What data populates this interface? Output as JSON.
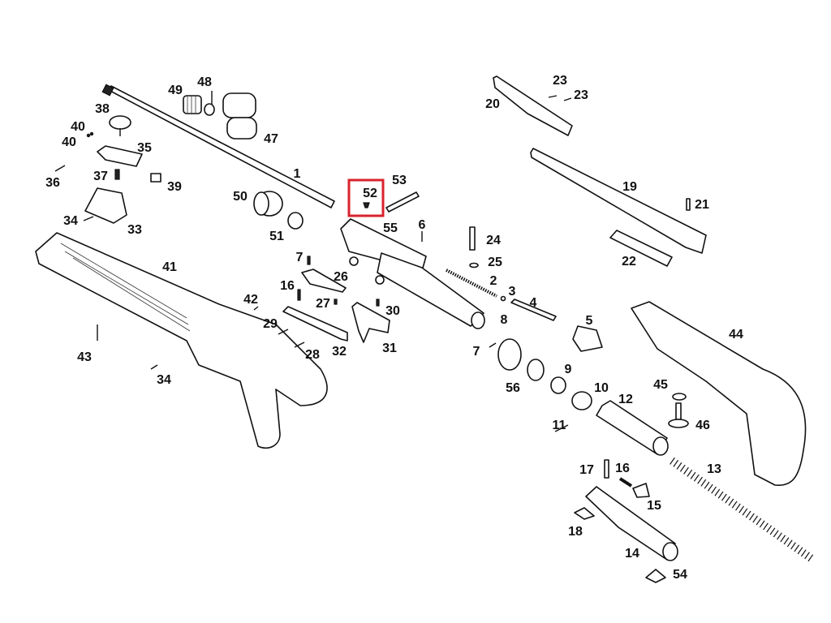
{
  "diagram": {
    "highlight_color": "#d9232e",
    "highlighted_part": "52",
    "labels": {
      "p1": "1",
      "p2": "2",
      "p3": "3",
      "p4": "4",
      "p5": "5",
      "p6": "6",
      "p7a": "7",
      "p7b": "7",
      "p8": "8",
      "p9": "9",
      "p10": "10",
      "p11": "11",
      "p12": "12",
      "p13": "13",
      "p14": "14",
      "p15": "15",
      "p16a": "16",
      "p16b": "16",
      "p17": "17",
      "p18": "18",
      "p19": "19",
      "p20": "20",
      "p21": "21",
      "p22": "22",
      "p23a": "23",
      "p23b": "23",
      "p24": "24",
      "p25": "25",
      "p26": "26",
      "p27": "27",
      "p28": "28",
      "p29": "29",
      "p30": "30",
      "p31": "31",
      "p32": "32",
      "p33": "33",
      "p34a": "34",
      "p34b": "34",
      "p35": "35",
      "p36": "36",
      "p37": "37",
      "p38": "38",
      "p39": "39",
      "p40a": "40",
      "p40b": "40",
      "p41": "41",
      "p42": "42",
      "p43": "43",
      "p44": "44",
      "p45": "45",
      "p46": "46",
      "p47": "47",
      "p48": "48",
      "p49": "49",
      "p50": "50",
      "p51": "51",
      "p52": "52",
      "p53": "53",
      "p54": "54",
      "p55": "55",
      "p56": "56"
    }
  }
}
